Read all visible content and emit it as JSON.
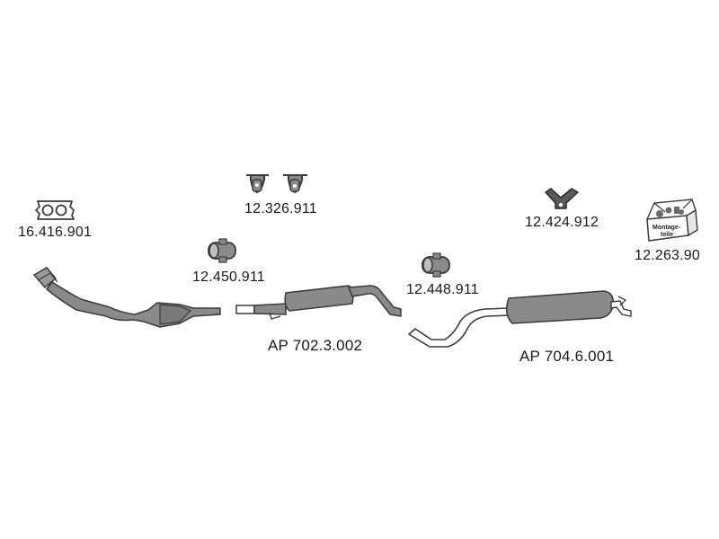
{
  "diagram": {
    "parts": [
      {
        "id": "gasket",
        "number": "16.416.901"
      },
      {
        "id": "rubber-mounts",
        "number": "12.326.911"
      },
      {
        "id": "front-clamp",
        "number": "12.450.911"
      },
      {
        "id": "front-pipe",
        "number": ""
      },
      {
        "id": "middle-silencer",
        "number": "AP 702.3.002"
      },
      {
        "id": "middle-clamp",
        "number": "12.448.911"
      },
      {
        "id": "rear-hanger",
        "number": "12.424.912"
      },
      {
        "id": "rear-silencer",
        "number": "AP 704.6.001"
      },
      {
        "id": "mounting-kit",
        "number": "12.263.90",
        "box_text_line1": "Montage-",
        "box_text_line2": "teile"
      }
    ],
    "colors": {
      "part_fill": "#8a8a8a",
      "part_stroke": "#3a3a3a",
      "label_text": "#1a1a1a",
      "background": "#ffffff"
    }
  }
}
